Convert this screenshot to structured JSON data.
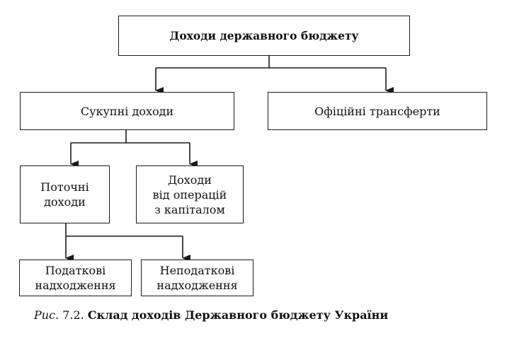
{
  "nodes": {
    "root": "Доходи державного бюджету",
    "total_income": "Сукупні доходи",
    "official_transfers": "Офіційні трансферти",
    "current_income": "Поточні\nдоходи",
    "capital_operations": "Доходи\nвід операцій\nз капіталом",
    "tax_receipts": "Податкові\nнадходження",
    "non_tax_receipts": "Неподаткові\nнадходження"
  },
  "caption": {
    "prefix": "Рис.",
    "number": "7.2.",
    "title": "Склад доходів Державного бюджету України"
  },
  "colors": {
    "line": "#1a1a1a",
    "background": "#ffffff"
  }
}
